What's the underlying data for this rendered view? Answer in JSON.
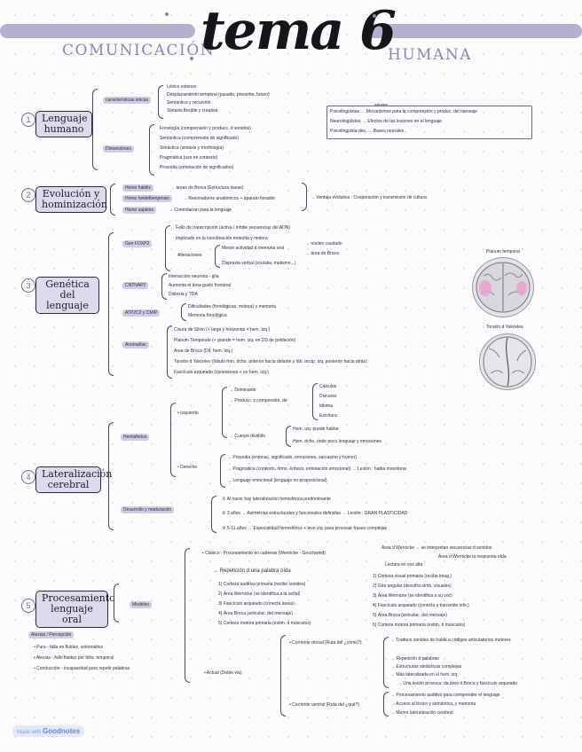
{
  "header": {
    "left": "COMUNICACIÓN",
    "title": "tema 6",
    "right": "HUMANA"
  },
  "sections": [
    {
      "num": "1",
      "title": "Lenguaje humano"
    },
    {
      "num": "2",
      "title": "Evolución y hominización"
    },
    {
      "num": "3",
      "title": "Genética del lenguaje"
    },
    {
      "num": "4",
      "title": "Lateralización cerebral"
    },
    {
      "num": "5",
      "title": "Procesamiento lenguaje oral"
    }
  ],
  "s1": {
    "tag_a": "características únicas",
    "list_a": [
      "Léxico extenso",
      "Desplazamiento temporal (pasado, presente, futuro)",
      "Semántica y recursión",
      "Sintaxis flexible y creativa"
    ],
    "tag_b": "Dimensiones",
    "list_b": [
      "Fonología (comprensión y producc. d sonidos)",
      "Semántica (comprensión de significado)",
      "Sintáctica (sintaxis y morfología)",
      "Pragmática (uso en contexto)",
      "Prosodia (entonación de significados)"
    ],
    "box_head": "estudian",
    "box": [
      "Psicolingüistas → Mecanismos para la comprensión y produc. del mensaje",
      "Neurolingüistas → Efectos de las lesiones en el lenguaje",
      "Psicolingüista dev. → Bases neurales"
    ]
  },
  "s2": {
    "tags": [
      "Homo habilis",
      "Homo heidelbergensis",
      "Homo sapiens"
    ],
    "texts": [
      "→ áreas de Broca (Estructura óseas)",
      "→ Resonadores anatómicos + aparato fonador",
      "→ Controlarían para la lenguaje"
    ],
    "note": "→ Ventaja evolutiva : Cooperación y transmisión de cultura"
  },
  "s3": {
    "tag1": "Gen FOXP2",
    "foxp2": [
      "Fallo de transcripción (activa / inhibe secuencias del ADN)",
      "Implicado en la coordinación motorita y motora"
    ],
    "alt_label": "Alteraciones",
    "alt": [
      "Menor actividad d memoria oral",
      "Dispraxia verbal (ecolalia, mutismo...)"
    ],
    "sub": [
      "→ núcleo caudado",
      "→ área de Broca"
    ],
    "tag2": "CNTNAP2",
    "cntnap2": [
      "Interacción neurona - glía",
      "Aumenta el área gusto fronteral",
      "Dislexia y TDA"
    ],
    "tag3": "ATP2C2 y CMIP",
    "atp": [
      "Dificultades (fonológicas, motora) y memoria",
      "Memoria fonológica"
    ],
    "tag4": "Anomalías",
    "anom": [
      "Cisura de Silvio (+ larga y horizontal = hem. Izq.)",
      "Planum Temporale (+ grande = hem. izq. en 2/3 de población)",
      "Área de Broca (Dif. hem. Izq.)",
      "Torsión d Yakovlev (lóbulo fron. dcho. anterior hacia delante y lób. occip. izq. posterior hacia atrás)",
      "Fascículo arqueado (conexiones + en hem. izq.)"
    ],
    "img1_label": "Planum temporal",
    "img2_label": "Torsión d Yakovlev"
  },
  "s4": {
    "tag_hemi": "Hemisferios",
    "izq_label": "• Izquierdo",
    "izq_a": "→ Dominante",
    "izq_b": "→ Producc. y compresión. de:",
    "izq_list": [
      "Cálculos",
      "Discurso",
      "Idioma",
      "Escritura"
    ],
    "div_label": "→ Cuerpo dividido",
    "div_items": [
      "Hem. izq. puede hablar",
      "Hem. dcho. rinde poco lenguaje y emociones"
    ],
    "der_label": "• Derecho",
    "der_items": [
      "→ Prosodia (entonac. significado, emociones, sarcasmo y humor)",
      "→ Pragmática (contexto, ritmo, énfasis, entonación emocional) → Lesión : habla monótona",
      "→ Lenguaje emocional (lenguaje no proposicional)"
    ],
    "tag_des": "Desarrollo y maduración",
    "des": [
      "① Al nacer hay lateralización hemisférica predominante",
      "② 3 años → Asimetrías estructurales y funcionales definidas → Lesión : GRAN PLASTICIDAD",
      "③ 5-11 años → Especialidad hemisférica + leve izq. para procesar frases complejas"
    ]
  },
  "s5": {
    "tag": "Modelos",
    "clasico": "• Clásico : Procesamiento en cadenas (Wernicke - Geschwind)",
    "cl_right": [
      "Área d Wernicke → se interpretan secuencias d sonidos",
      "Área d Wernicke la respuesta oída",
      "Lectura en voz alta"
    ],
    "rep": "→ Repetición d una palabra oída",
    "rep_list": [
      "1) Corteza auditiva primaria (recibe sonidos)",
      "2) Área Wernicke (se identifica a la señal)",
      "3) Fascículo arqueado (conecta áreas)",
      "4) Área Broca (articulac. del mensaje)",
      "5) Corteza motora primaria (estim. d músculos)"
    ],
    "read_list": [
      "1) Corteza visual primaria (recibe imag.)",
      "2) Giro angular (descifra símb. visuales)",
      "3) Área Wernicke (se identifica a su voz)",
      "4) Fascículo arqueado (conecta y transmite info.)",
      "5) Área Broca (articulac. del mensaje)",
      "6) Corteza motora primaria (estim. d músculos)"
    ],
    "actual": "• Actual (Doble vía)",
    "dorsal": "• Corriente dorsal (Ruta del ¿cómo?)",
    "dorsal_list": [
      "→ Traduce sonidos de habla a códigos articulatorios motores",
      "→ Repetición d palabras",
      "→ Estructuras sintácticas complejas",
      "→ Más lateralizada en el hem. izq.",
      "→ Una lesión provoca: da área d Broca y fascículo arqueado"
    ],
    "ventral": "• Corriente ventral (Ruta del ¿qué?)",
    "ventral_list": [
      "→ Procesamiento auditivo para comprender el lenguaje",
      "→ Acceso al léxico y semántica, y memoria",
      "→ Menor lateralización cerebral"
    ],
    "alex_head": "Alexias / Percepción",
    "alex": [
      "• Pura - falla en fluidez, sintomático",
      "• Alexias - fallo fluidez por lóbs. temporal",
      "• Conducción - incapacidad para repetir palabras"
    ]
  },
  "badge": {
    "pre": "Made with",
    "brand": "Goodnotes"
  }
}
